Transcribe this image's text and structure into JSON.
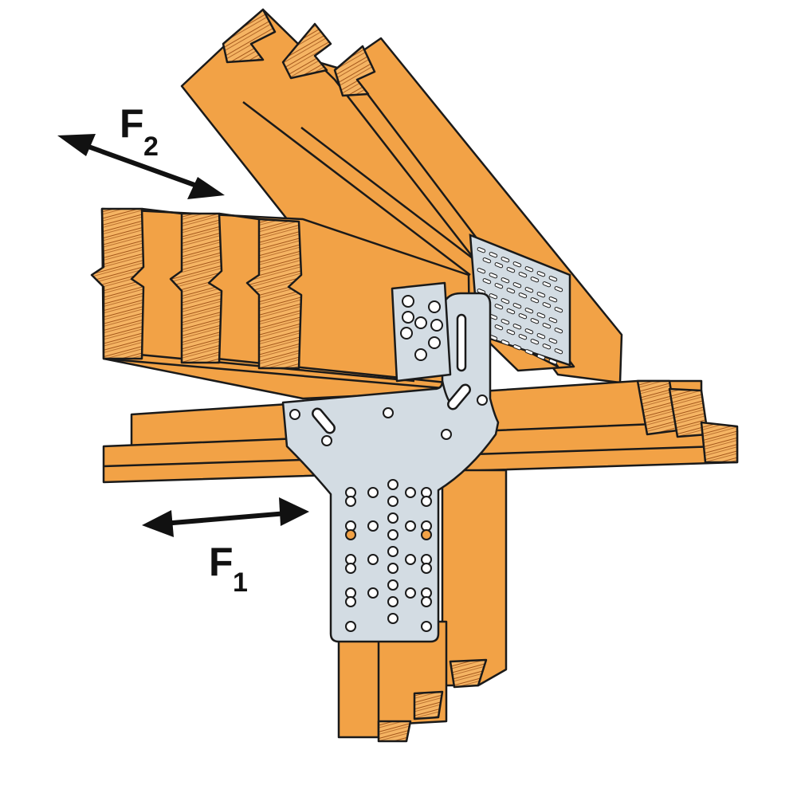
{
  "labels": {
    "f1_main": "F",
    "f1_sub": "1",
    "f2_main": "F",
    "f2_sub": "2"
  },
  "colors": {
    "lumber": "#f2a246",
    "lumber_dark": "#d9832a",
    "lumber_end": "#f5b463",
    "grain": "#7a3e0e",
    "steel": "#d3dce3",
    "steel_dark": "#9aa7b1",
    "hole": "#ffffff",
    "hex_nut": "#f2a246",
    "outline": "#1a1a1a",
    "arrow": "#111111"
  },
  "icons": {
    "f1_arrow": "double-arrow-icon",
    "f2_arrow": "double-arrow-icon"
  }
}
